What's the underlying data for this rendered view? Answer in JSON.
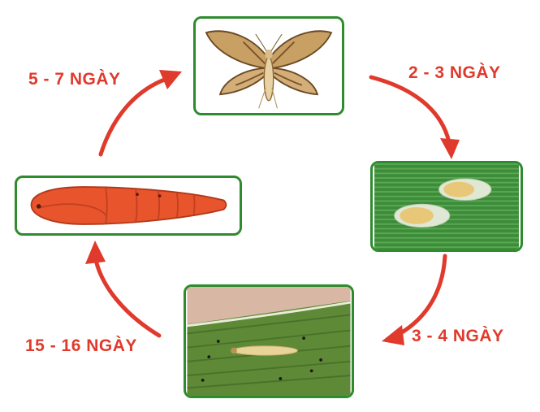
{
  "cycle": {
    "stages": [
      {
        "id": "moth",
        "icon": "moth-icon"
      },
      {
        "id": "eggs",
        "icon": "eggs-on-leaf-icon"
      },
      {
        "id": "larva",
        "icon": "larva-on-leaf-icon"
      },
      {
        "id": "pupa",
        "icon": "pupa-icon"
      }
    ],
    "durations": {
      "moth_to_eggs": "2 - 3 NGÀY",
      "eggs_to_larva": "3 - 4 NGÀY",
      "larva_to_pupa": "15 - 16 NGÀY",
      "pupa_to_moth": "5 - 7 NGÀY"
    }
  },
  "colors": {
    "arrow": "#e03a2c",
    "label": "#e03a2c",
    "frame": "#2e8b2e"
  }
}
